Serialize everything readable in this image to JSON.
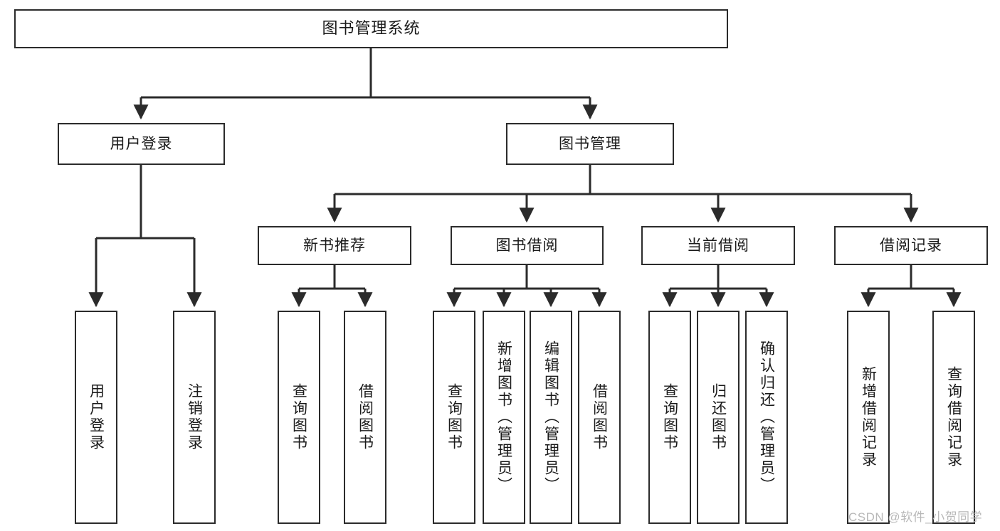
{
  "diagram": {
    "type": "tree-hierarchy",
    "title": "图书管理系统",
    "background_color": "#ffffff",
    "line_color": "#2b2b2b",
    "text_color": "#1a1a1a",
    "levels": [
      {
        "level": 1,
        "nodes": [
          {
            "id": "root",
            "label": "图书管理系统",
            "orientation": "horizontal"
          }
        ]
      },
      {
        "level": 2,
        "nodes": [
          {
            "id": "login",
            "label": "用户登录",
            "orientation": "horizontal"
          },
          {
            "id": "bookmgmt",
            "label": "图书管理",
            "orientation": "horizontal"
          }
        ]
      },
      {
        "level": 3,
        "nodes": [
          {
            "id": "newbook",
            "label": "新书推荐",
            "orientation": "horizontal"
          },
          {
            "id": "borrow",
            "label": "图书借阅",
            "orientation": "horizontal"
          },
          {
            "id": "current",
            "label": "当前借阅",
            "orientation": "horizontal"
          },
          {
            "id": "records",
            "label": "借阅记录",
            "orientation": "horizontal"
          }
        ]
      },
      {
        "level": 4,
        "nodes": [
          {
            "id": "leaf-user-login",
            "label": "用户登录",
            "orientation": "vertical",
            "parent": "login"
          },
          {
            "id": "leaf-user-logout",
            "label": "注销登录",
            "orientation": "vertical",
            "parent": "login"
          },
          {
            "id": "leaf-nb-query",
            "label": "查询图书",
            "orientation": "vertical",
            "parent": "newbook"
          },
          {
            "id": "leaf-nb-borrow",
            "label": "借阅图书",
            "orientation": "vertical",
            "parent": "newbook"
          },
          {
            "id": "leaf-bo-query",
            "label": "查询图书",
            "orientation": "vertical",
            "parent": "borrow"
          },
          {
            "id": "leaf-bo-add",
            "label": "新增图书（管理员）",
            "orientation": "vertical",
            "parent": "borrow"
          },
          {
            "id": "leaf-bo-edit",
            "label": "编辑图书（管理员）",
            "orientation": "vertical",
            "parent": "borrow"
          },
          {
            "id": "leaf-bo-borrow",
            "label": "借阅图书",
            "orientation": "vertical",
            "parent": "borrow"
          },
          {
            "id": "leaf-cu-query",
            "label": "查询图书",
            "orientation": "vertical",
            "parent": "current"
          },
          {
            "id": "leaf-cu-return",
            "label": "归还图书",
            "orientation": "vertical",
            "parent": "current"
          },
          {
            "id": "leaf-cu-confirm",
            "label": "确认归还（管理员）",
            "orientation": "vertical",
            "parent": "current"
          },
          {
            "id": "leaf-re-add",
            "label": "新增借阅记录",
            "orientation": "vertical",
            "parent": "records"
          },
          {
            "id": "leaf-re-query",
            "label": "查询借阅记录",
            "orientation": "vertical",
            "parent": "records"
          }
        ]
      }
    ]
  },
  "watermark": {
    "text": "CSDN @软件_小贺同学",
    "color": "#b8b8b8"
  }
}
